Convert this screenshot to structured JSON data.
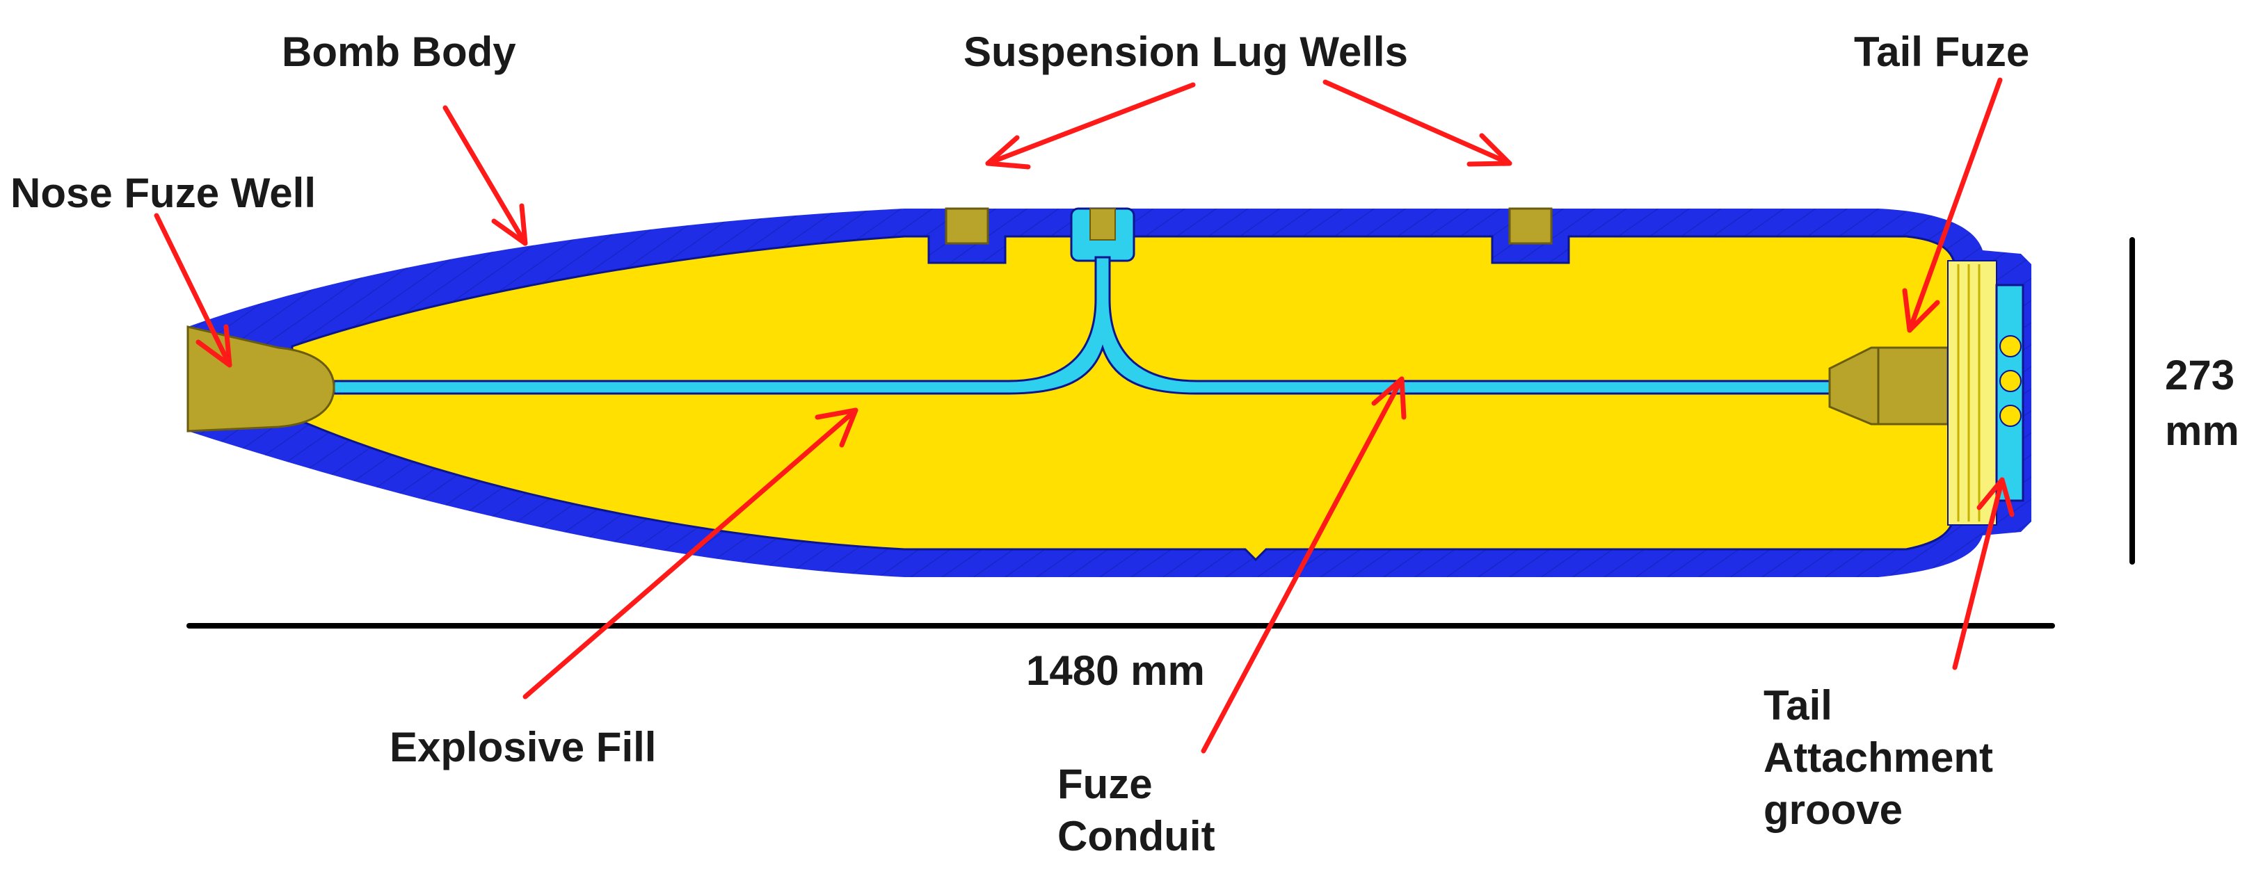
{
  "labels": {
    "bomb_body": "Bomb Body",
    "suspension_lug_wells": "Suspension Lug Wells",
    "tail_fuze": "Tail Fuze",
    "nose_fuze_well": "Nose Fuze Well",
    "height_value": "273",
    "height_unit": "mm",
    "length": "1480 mm",
    "explosive_fill": "Explosive Fill",
    "fuze_conduit_line1": "Fuze",
    "fuze_conduit_line2": "Conduit",
    "tail_attachment_line1": "Tail",
    "tail_attachment_line2": "Attachment",
    "tail_attachment_line3": "groove"
  },
  "colors": {
    "casing": "#1f2ee6",
    "explosive": "#ffe000",
    "conduit": "#2fd0ee",
    "fuze": "#b8a42a",
    "arrow_red": "#ff1a1a",
    "dimension_black": "#000000",
    "label_text": "#1a1a1a"
  }
}
